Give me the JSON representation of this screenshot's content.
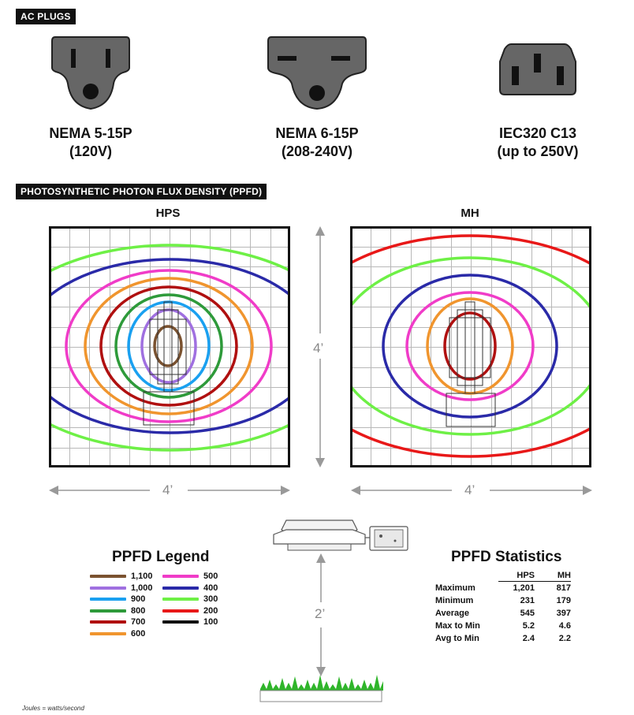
{
  "sections": {
    "ac_plugs": "AC PLUGS",
    "ppfd": "PHOTOSYNTHETIC PHOTON FLUX DENSITY (PPFD)"
  },
  "plugs": [
    {
      "name": "NEMA 5-15P",
      "voltage": "(120V)"
    },
    {
      "name": "NEMA 6-15P",
      "voltage": "(208-240V)"
    },
    {
      "name": "IEC320 C13",
      "voltage": "(up to 250V)"
    }
  ],
  "plots": {
    "hps_title": "HPS",
    "mh_title": "MH",
    "dim_height": "4’",
    "dim_width_left": "4’",
    "dim_width_right": "4’",
    "dim_hang": "2’"
  },
  "legend": {
    "title": "PPFD Legend",
    "items": [
      {
        "value": "1,100",
        "color": "#7a5230"
      },
      {
        "value": "1,000",
        "color": "#a070e0"
      },
      {
        "value": "900",
        "color": "#1aa0f0"
      },
      {
        "value": "800",
        "color": "#2e9a3a"
      },
      {
        "value": "700",
        "color": "#b01010"
      },
      {
        "value": "600",
        "color": "#f0952e"
      },
      {
        "value": "500",
        "color": "#f03cc8"
      },
      {
        "value": "400",
        "color": "#2a2aa8"
      },
      {
        "value": "300",
        "color": "#6ef046"
      },
      {
        "value": "200",
        "color": "#e81818"
      },
      {
        "value": "100",
        "color": "#111111"
      }
    ]
  },
  "stats": {
    "title": "PPFD Statistics",
    "col_hps": "HPS",
    "col_mh": "MH",
    "rows": [
      {
        "label": "Maximum",
        "hps": "1,201",
        "mh": "817"
      },
      {
        "label": "Minimum",
        "hps": "231",
        "mh": "179"
      },
      {
        "label": "Average",
        "hps": "545",
        "mh": "397"
      },
      {
        "label": "Max to Min",
        "hps": "5.2",
        "mh": "4.6"
      },
      {
        "label": "Avg to Min",
        "hps": "2.4",
        "mh": "2.2"
      }
    ]
  },
  "footnote": "Joules = watts/second"
}
